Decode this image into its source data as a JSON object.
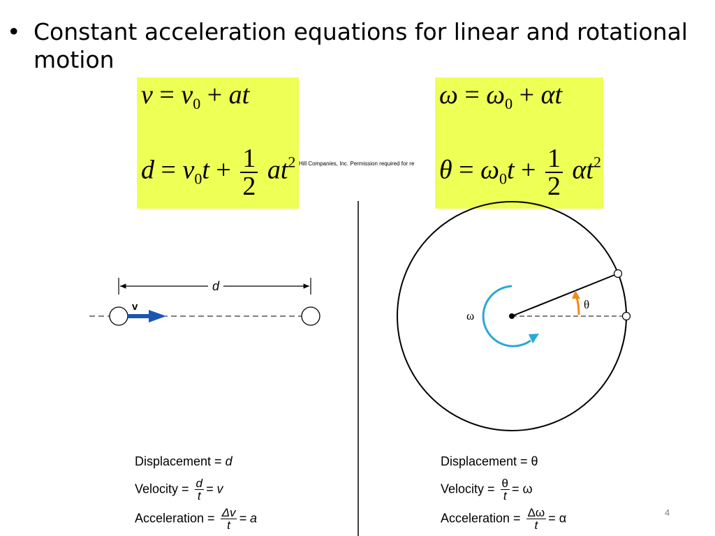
{
  "bullet": {
    "symbol": "•",
    "line1": "Constant acceleration equations for linear and rotational",
    "line2": "motion"
  },
  "linear_equations": {
    "eq1": {
      "lhs": "v",
      "eq": "=",
      "v": "v",
      "sub0": "0",
      "plus": "+",
      "a": "a",
      "t": "t"
    },
    "eq2": {
      "lhs": "d",
      "eq": "=",
      "v": "v",
      "sub0": "0",
      "t": "t",
      "plus": "+",
      "num": "1",
      "den": "2",
      "a": "a",
      "t2": "t",
      "exp": "2"
    }
  },
  "rotational_equations": {
    "eq1": {
      "lhs": "ω",
      "eq": "=",
      "w": "ω",
      "sub0": "0",
      "plus": "+",
      "alpha": "α",
      "t": "t"
    },
    "eq2": {
      "lhs": "θ",
      "eq": "=",
      "w": "ω",
      "sub0": "0",
      "t": "t",
      "plus": "+",
      "num": "1",
      "den": "2",
      "alpha": "α",
      "t2": "t",
      "exp": "2"
    }
  },
  "credit_text": "Hill Companies, Inc. Permission required for re",
  "linear_diagram": {
    "distance_label": "d",
    "velocity_label": "v",
    "accent_color": "#1a56b0",
    "displacement_label": "Displacement = ",
    "displacement_value": "d",
    "velocity_text": "Velocity = ",
    "velocity_num": "d",
    "velocity_den": "t",
    "velocity_result": "= v",
    "acceleration_text": "Acceleration = ",
    "acceleration_num": "Δv",
    "acceleration_den": "t",
    "acceleration_result": "= a"
  },
  "rotational_diagram": {
    "omega_label": "ω",
    "theta_label": "θ",
    "omega_color": "#29a8d8",
    "theta_color": "#f08a1c",
    "displacement_label": "Displacement = θ",
    "velocity_text": "Velocity = ",
    "velocity_num": "θ",
    "velocity_den": "t",
    "velocity_result": "= ω",
    "acceleration_text": "Acceleration = ",
    "acceleration_num": "Δω",
    "acceleration_den": "t",
    "acceleration_result": "= α"
  },
  "page_number": "4",
  "eq_box_color": "#eeff55"
}
